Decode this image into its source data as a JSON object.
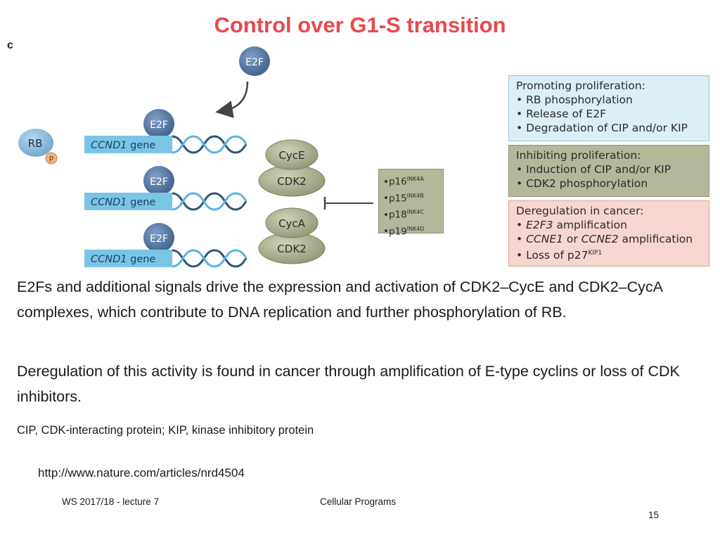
{
  "slide": {
    "title": "Control over G1-S transition",
    "panel_letter": "c"
  },
  "diagram": {
    "free_factor": "E2F",
    "rb_label": "RB",
    "phosphate_label": "P",
    "gene_rows": [
      {
        "factor": "E2F",
        "gene": "CCND1",
        "gene_suffix": " gene"
      },
      {
        "factor": "E2F",
        "gene": "CCND1",
        "gene_suffix": " gene"
      },
      {
        "factor": "E2F",
        "gene": "CCND1",
        "gene_suffix": " gene"
      }
    ],
    "complexes": [
      {
        "cyclin": "CycE",
        "cdk": "CDK2"
      },
      {
        "cyclin": "CycA",
        "cdk": "CDK2"
      }
    ],
    "inhibitors": [
      {
        "name": "p16",
        "sup": "INK4A"
      },
      {
        "name": "p15",
        "sup": "INK4B"
      },
      {
        "name": "p18",
        "sup": "INK4C"
      },
      {
        "name": "p19",
        "sup": "INK4D"
      }
    ],
    "colors": {
      "e2f_blue": "#4d6f9c",
      "gene_band": "#7ac5e6",
      "rb_blue": "#7fb4da",
      "phosphate": "#f2b37c",
      "cdk_olive": "#a7ab87",
      "dna_dark": "#2e5678",
      "dna_light": "#5bb3e3",
      "promote_box": "#dceef6",
      "inhibit_box": "#b5b79a",
      "cancer_box": "#f6d6d0",
      "title_red": "#e8494d"
    }
  },
  "info_boxes": {
    "promoting": {
      "head": "Promoting proliferation:",
      "items": [
        "RB phosphorylation",
        "Release of E2F",
        "Degradation of CIP and/or KIP"
      ]
    },
    "inhibiting": {
      "head": "Inhibiting proliferation:",
      "items": [
        "Induction of CIP and/or KIP",
        "CDK2 phosphorylation"
      ]
    },
    "deregulation": {
      "head": "Deregulation in cancer:",
      "item1_italic": "E2F3",
      "item1_rest": " amplification",
      "item2_italic": "CCNE1",
      "item2_mid": " or ",
      "item2_italic2": "CCNE2",
      "item2_rest": " amplification",
      "item3_main": "Loss of p27",
      "item3_sup": "KIP1"
    }
  },
  "text": {
    "paragraph1": "E2Fs and additional signals drive the expression and activation of CDK2–CycE and CDK2–CycA complexes, which contribute to DNA replication and further phosphorylation of RB.",
    "paragraph2": "Deregulation of this activity is found in cancer through amplification of E-type cyclins or loss of CDK inhibitors.",
    "abbreviations": "CIP, CDK-interacting protein; KIP, kinase inhibitory protein",
    "url": "http://www.nature.com/articles/nrd4504"
  },
  "footer": {
    "left": "WS 2017/18 - lecture 7",
    "center": "Cellular Programs",
    "page": "15"
  }
}
